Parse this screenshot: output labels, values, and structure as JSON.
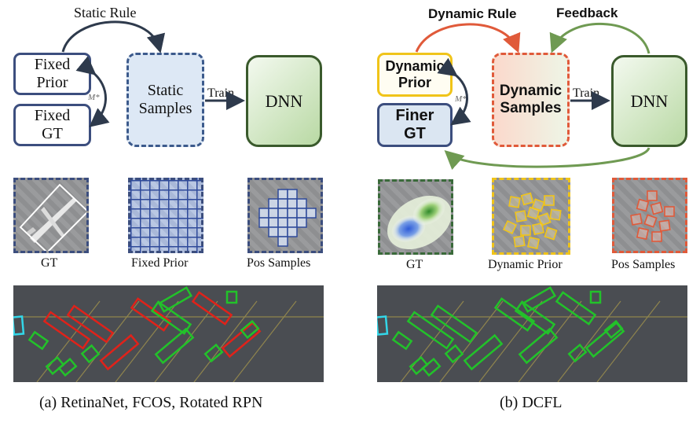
{
  "left": {
    "static_rule": "Static Rule",
    "fixed_prior": "Fixed Prior",
    "fixed_gt": "Fixed GT",
    "mstar": "M*",
    "static_samples": "Static Samples",
    "train": "Train",
    "dnn": "DNN",
    "thumb_labels": [
      "GT",
      "Fixed Prior",
      "Pos Samples"
    ],
    "caption": "(a) RetinaNet, FCOS, Rotated RPN"
  },
  "right": {
    "dynamic_rule": "Dynamic Rule",
    "feedback": "Feedback",
    "dynamic_prior": "Dynamic Prior",
    "finer_gt": "Finer GT",
    "mstar": "M*",
    "dynamic_samples": "Dynamic Samples",
    "train": "Train",
    "dnn": "DNN",
    "thumb_labels": [
      "GT",
      "Dynamic Prior",
      "Pos Samples"
    ],
    "caption": "(b) DCFL"
  },
  "colors": {
    "navy": "#3c4e7e",
    "dark_arrow": "#2e3a4c",
    "red_arrow": "#e05a3a",
    "green_arrow": "#6f9a52",
    "yellow": "#f0c419",
    "box_green": "#22c22a",
    "box_red": "#e0221a",
    "box_cyan": "#33d6e8"
  }
}
